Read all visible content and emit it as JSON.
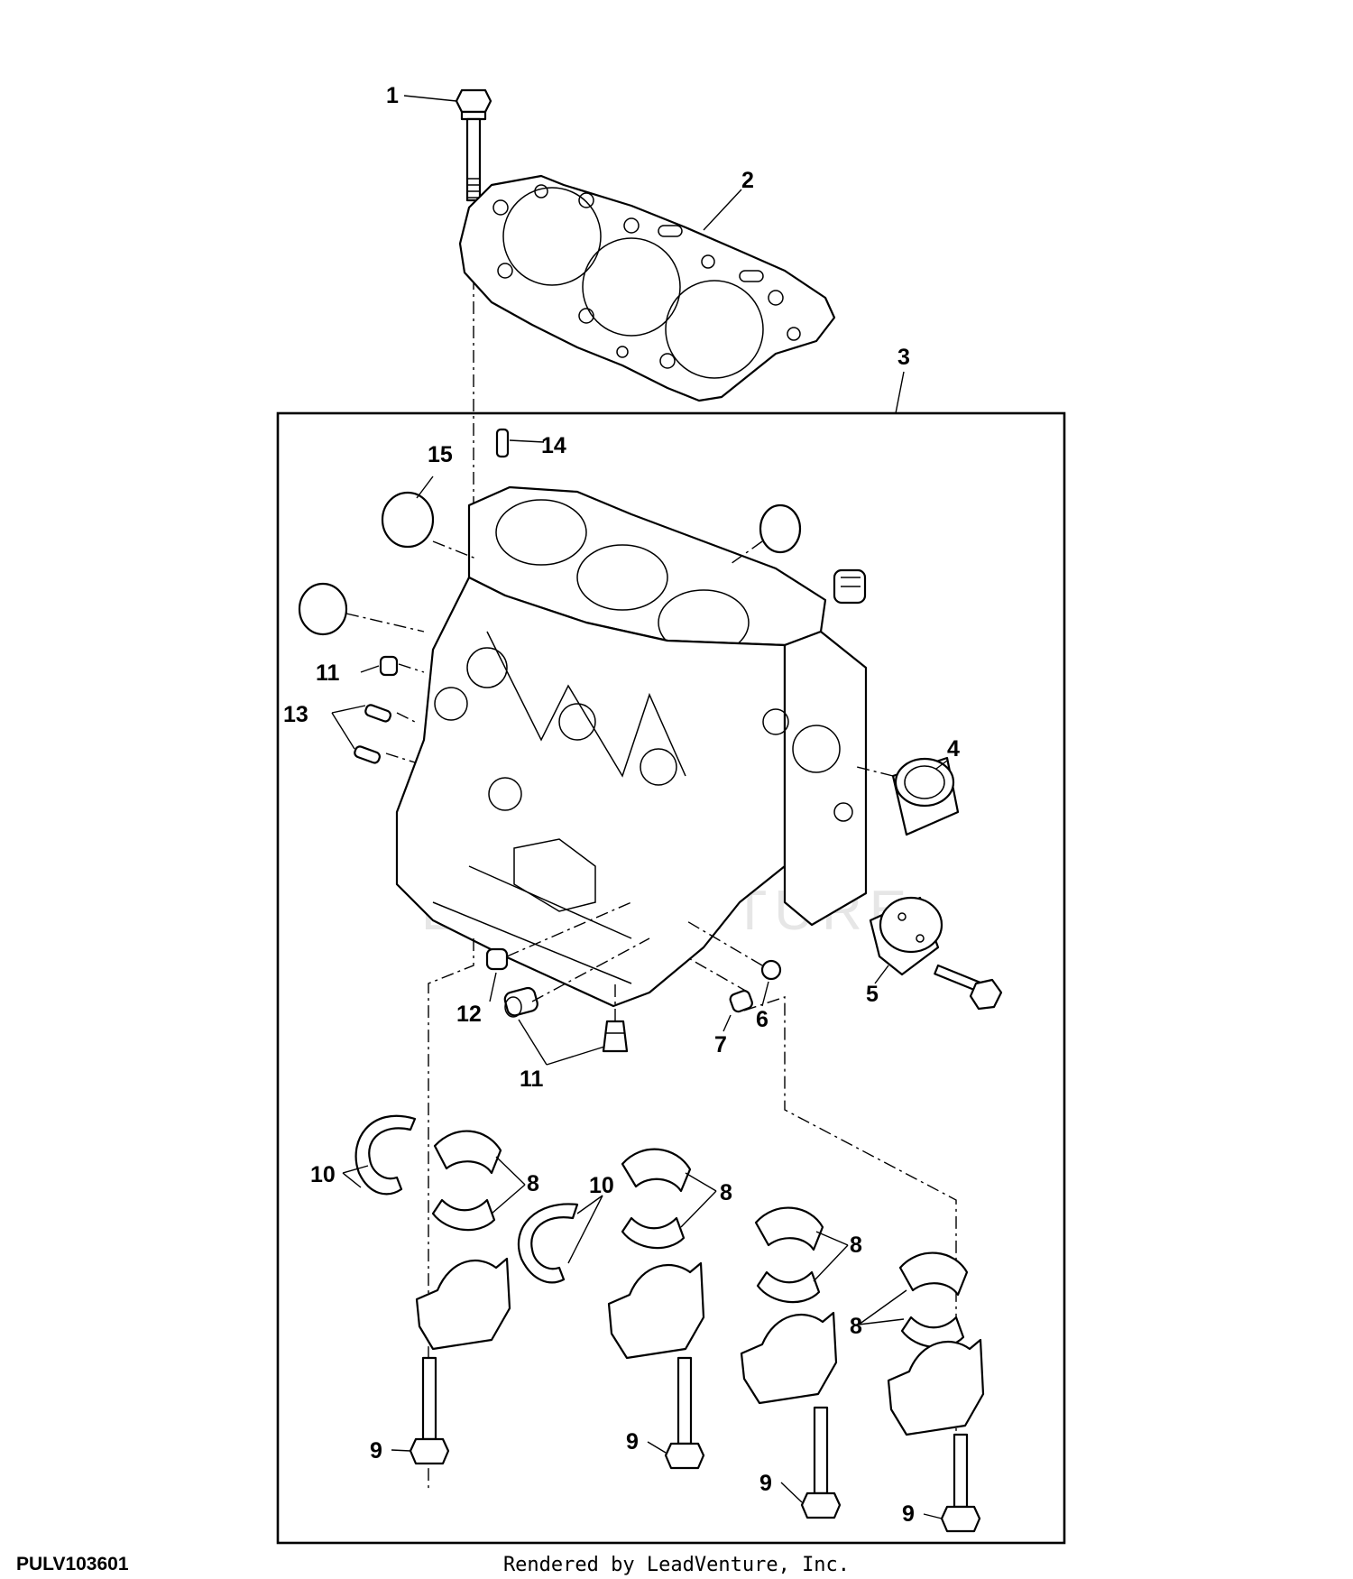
{
  "diagram": {
    "callouts": [
      {
        "id": "c1",
        "text": "1"
      },
      {
        "id": "c2",
        "text": "2"
      },
      {
        "id": "c3",
        "text": "3"
      },
      {
        "id": "c4",
        "text": "4"
      },
      {
        "id": "c5",
        "text": "5"
      },
      {
        "id": "c6",
        "text": "6"
      },
      {
        "id": "c7",
        "text": "7"
      },
      {
        "id": "c8a",
        "text": "8"
      },
      {
        "id": "c8b",
        "text": "8"
      },
      {
        "id": "c8c",
        "text": "8"
      },
      {
        "id": "c8d",
        "text": "8"
      },
      {
        "id": "c9a",
        "text": "9"
      },
      {
        "id": "c9b",
        "text": "9"
      },
      {
        "id": "c9c",
        "text": "9"
      },
      {
        "id": "c9d",
        "text": "9"
      },
      {
        "id": "c10a",
        "text": "10"
      },
      {
        "id": "c10b",
        "text": "10"
      },
      {
        "id": "c11a",
        "text": "11"
      },
      {
        "id": "c11b",
        "text": "11"
      },
      {
        "id": "c12",
        "text": "12"
      },
      {
        "id": "c13",
        "text": "13"
      },
      {
        "id": "c14",
        "text": "14"
      },
      {
        "id": "c15",
        "text": "15"
      }
    ],
    "watermark": "LEADVENTURE"
  },
  "footer": {
    "doc_id": "PULV103601",
    "rendered_by": "Rendered by LeadVenture, Inc."
  }
}
